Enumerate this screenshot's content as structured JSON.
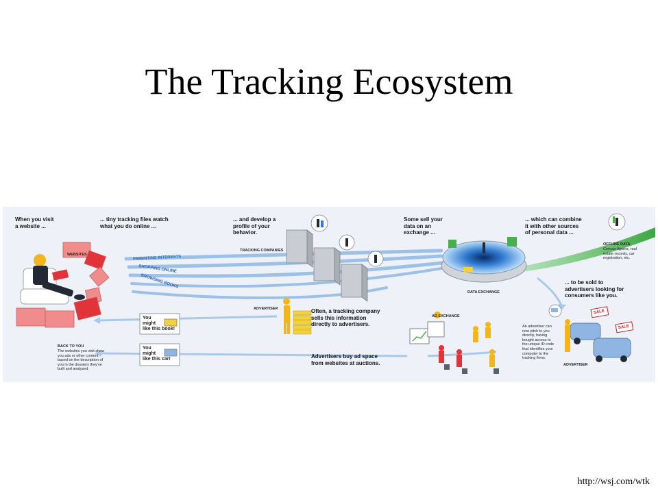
{
  "title": "The Tracking Ecosystem",
  "footer_url": "http://wsj.com/wtk",
  "captions": {
    "visit": "When you visit\na website ...",
    "tiny_files": "... tiny tracking files watch\nwhat you do online ...",
    "develop": "... and develop a\nprofile of your\nbehavior.",
    "sell": "Some sell your\ndata on an\nexchange ...",
    "combine": "... which can combine\nit with other sources\nof personal data ...",
    "advertisers": "... to be sold to\nadvertisers looking for\nconsumers like you.",
    "often": "Often, a tracking company\nsells this information\ndirectly to advertisers.",
    "auctions": "Advertisers buy ad space\nfrom websites at auctions."
  },
  "back_to_you": {
    "heading": "BACK TO YOU",
    "body": "The websites you visit show\nyou ads or other content\nbased on the description of\nyou in the dossiers they've\nbuilt and analyzed."
  },
  "offline_data": {
    "heading": "OFFLINE DATA",
    "body": "Census figures, real\nestate records, car\nregistration, etc."
  },
  "advertiser_pitch": "An advertiser can\nnow pitch to you\ndirectly, having\nbought access to\nthe unique ID code\nthat identifies your\ncomputer to the\ntracking firms.",
  "labels": {
    "websites": "WEBSITES",
    "tracking_companies": "TRACKING COMPANIES",
    "data_exchange": "DATA EXCHANGE",
    "advertiser_mid": "ADVERTISER",
    "ad_exchange": "AD EXCHANGE",
    "advertiser_right": "ADVERTISER",
    "sale": "SALE"
  },
  "data_streams": [
    "PARENTING INTERESTS",
    "SHOPPING ONLINE",
    "BROWSING BOOKS"
  ],
  "ads": {
    "book": "You\nmight\nlike this book!",
    "car": "You\nmight\nlike this car!"
  },
  "colors": {
    "panel_bg": "#eef2f8",
    "stream_blue": "#9cc0e6",
    "accent_red": "#e2333a",
    "website_pink": "#f08c8c",
    "server_gray": "#c9ccd2",
    "exchange_blue": "#2f7bd0",
    "advertiser_yellow": "#f2b61c",
    "offline_green": "#47b04a",
    "car_blue": "#8fb6e2"
  }
}
